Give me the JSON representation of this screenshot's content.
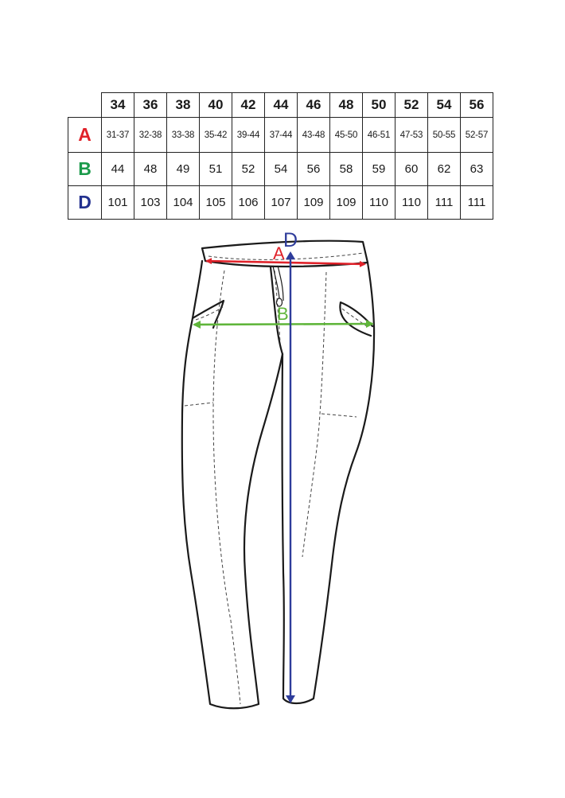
{
  "size_table": {
    "sizes": [
      "34",
      "36",
      "38",
      "40",
      "42",
      "44",
      "46",
      "48",
      "50",
      "52",
      "54",
      "56"
    ],
    "rows": [
      {
        "key": "a",
        "label": "A",
        "color": "#e0222a",
        "values": [
          "31-37",
          "32-38",
          "33-38",
          "35-42",
          "39-44",
          "37-44",
          "43-48",
          "45-50",
          "46-51",
          "47-53",
          "50-55",
          "52-57"
        ]
      },
      {
        "key": "b",
        "label": "B",
        "color": "#1a9a4a",
        "values": [
          "44",
          "48",
          "49",
          "51",
          "52",
          "54",
          "56",
          "58",
          "59",
          "60",
          "62",
          "63"
        ]
      },
      {
        "key": "d",
        "label": "D",
        "color": "#23318f",
        "values": [
          "101",
          "103",
          "104",
          "105",
          "106",
          "107",
          "109",
          "109",
          "110",
          "110",
          "111",
          "111"
        ]
      }
    ]
  },
  "diagram": {
    "label_a": "A",
    "label_b": "B",
    "label_d": "D",
    "color_a": "#e0222a",
    "color_b": "#5fb53a",
    "color_d": "#2e3c9b"
  }
}
